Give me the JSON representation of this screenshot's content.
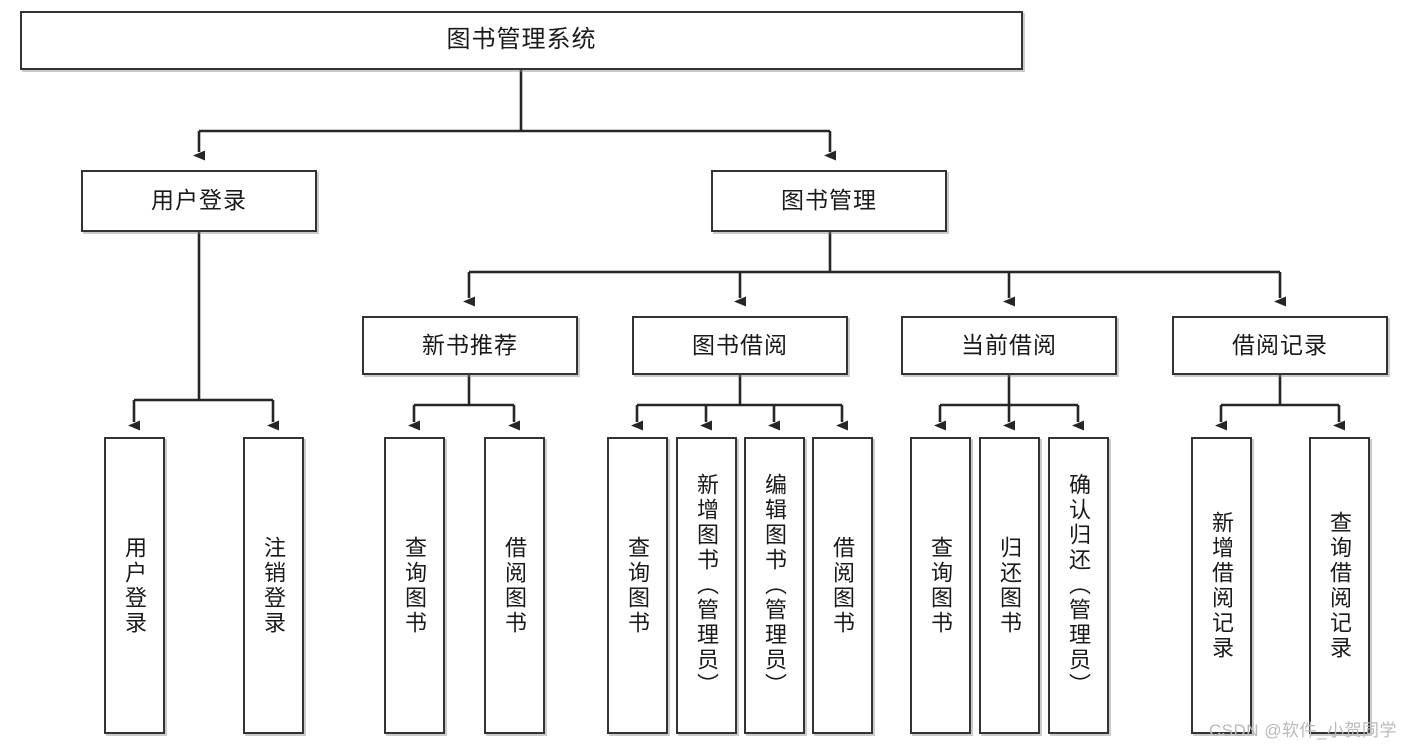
{
  "diagram": {
    "type": "tree",
    "title": "图书管理系统",
    "root": {
      "label": "图书管理系统"
    },
    "level2": [
      {
        "label": "用户登录"
      },
      {
        "label": "图书管理"
      }
    ],
    "level3": [
      {
        "label": "新书推荐"
      },
      {
        "label": "图书借阅"
      },
      {
        "label": "当前借阅"
      },
      {
        "label": "借阅记录"
      }
    ],
    "leaves": {
      "user_login": [
        {
          "label": "用户登录"
        },
        {
          "label": "注销登录"
        }
      ],
      "new_book_rec": [
        {
          "label": "查询图书"
        },
        {
          "label": "借阅图书"
        }
      ],
      "book_borrow": [
        {
          "label": "查询图书"
        },
        {
          "label": "新增图书（管理员）"
        },
        {
          "label": "编辑图书（管理员）"
        },
        {
          "label": "借阅图书"
        }
      ],
      "current_borrow": [
        {
          "label": "查询图书"
        },
        {
          "label": "归还图书"
        },
        {
          "label": "确认归还（管理员）"
        }
      ],
      "borrow_record": [
        {
          "label": "新增借阅记录"
        },
        {
          "label": "查询借阅记录"
        }
      ]
    }
  },
  "watermark": {
    "text": "CSDN @软件_小贺同学"
  },
  "colors": {
    "border": "#333333",
    "background": "#ffffff",
    "text": "#1a1a1a",
    "watermark": "#b9b9b9",
    "connector": "#262626"
  }
}
